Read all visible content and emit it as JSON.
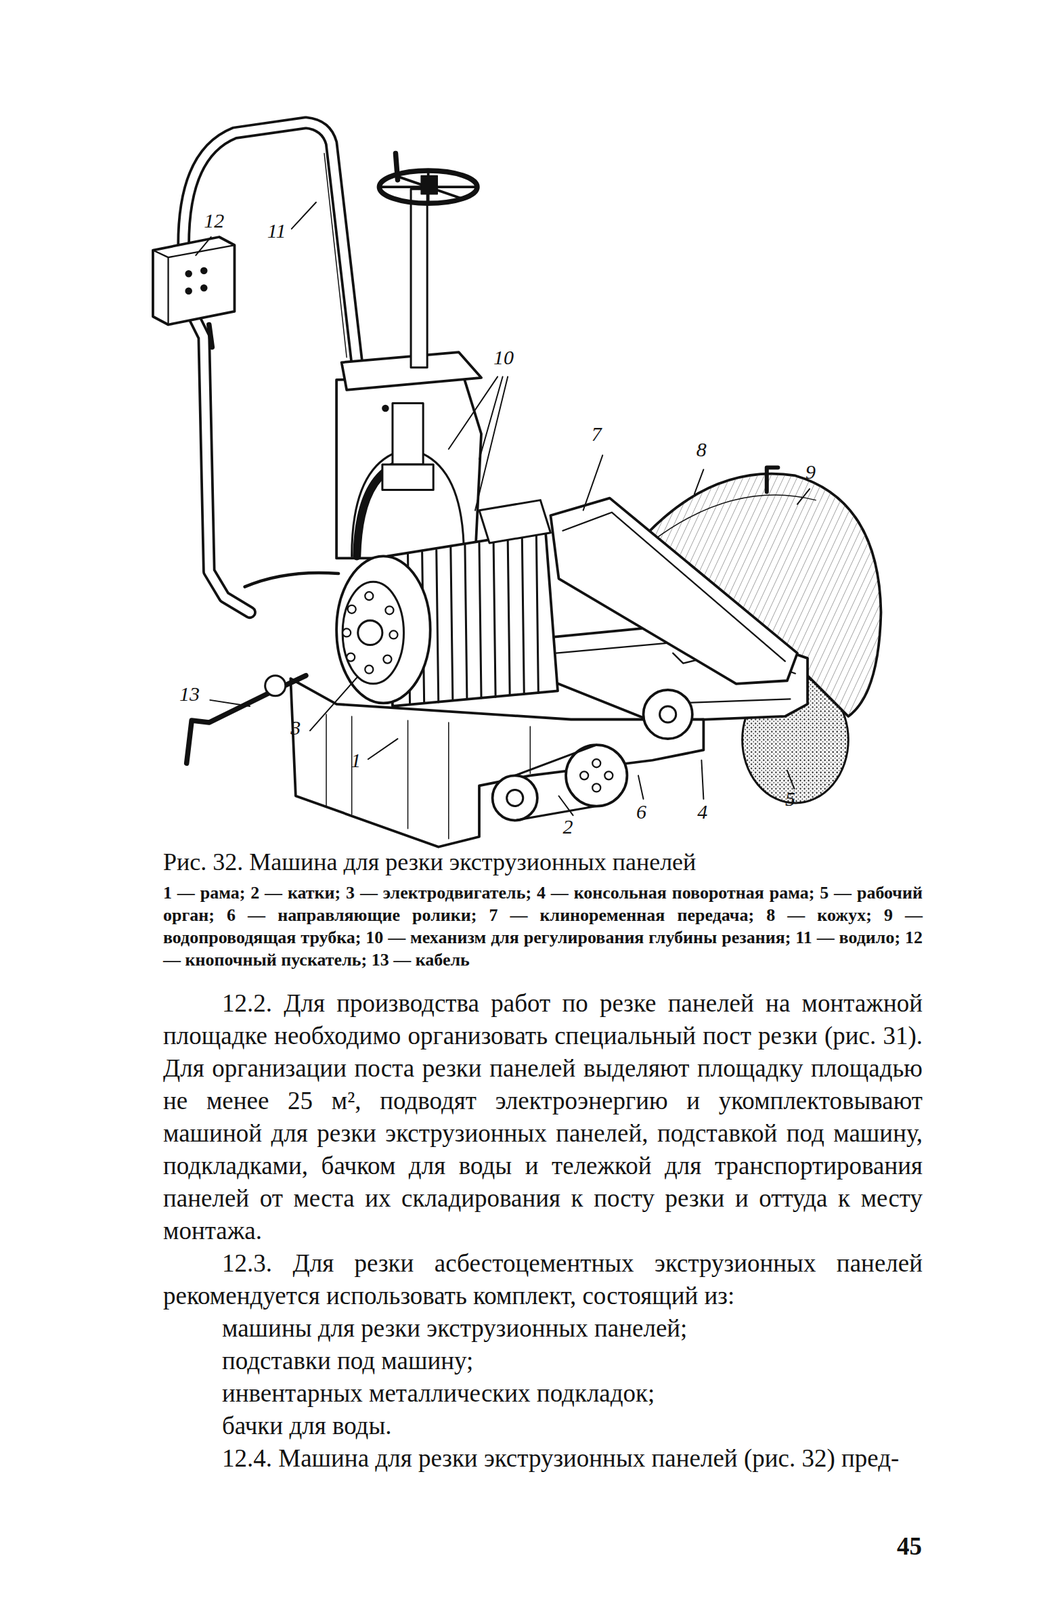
{
  "diagram": {
    "caption": "Рис. 32. Машина для резки экструзионных панелей",
    "labels": [
      "12",
      "11",
      "10",
      "7",
      "8",
      "9",
      "13",
      "3",
      "1",
      "6",
      "4",
      "5",
      "2",
      "1 — рама; 2 — катки; 3 — электродвигатель; 4 — консольная поворотная рама; 5 — рабочий орган; 6 — направляющие ролики; 7 — клиноременная передача; 8 — кожух; 9 — водопроводящая трубка; 10 — механизм для регулирования глубины резания; 11 — водило; 12 — кнопочный пускатель; 13 — кабель",
      "12.2. Для производства работ по резке панелей на монтажной площадке необходимо организовать специальный пост резки (рис. 31). Для организации поста резки панелей выделяют площадку площадью не менее 25 м², подводят электроэнергию и укомплектовывают машиной для резки экструзионных панелей, подставкой под машину, подкладками, бачком для воды и тележкой для транспортирования панелей от места их складирования к посту резки и оттуда к месту монтажа.",
      "12.3. Для резки асбестоцементных экструзионных панелей рекомендуется использовать комплект, состоящий из:",
      "машины для резки экструзионных панелей;",
      "подставки под машину;",
      "инвентарных металлических подкладок;",
      "бачки для воды.",
      "12.4. Машина для резки экструзионных панелей (рис. 32) пред-",
      "45"
    ]
  }
}
